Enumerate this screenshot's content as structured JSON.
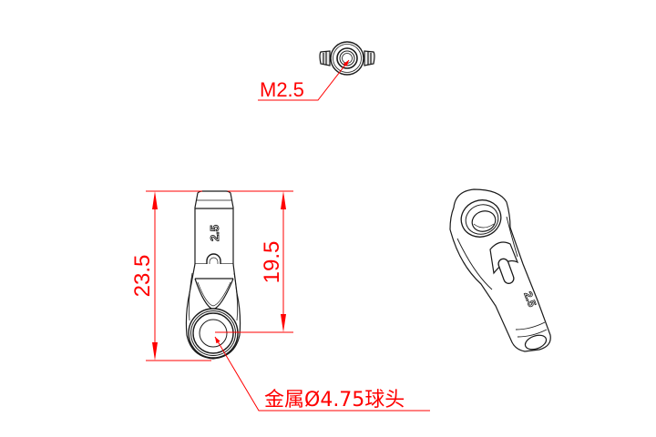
{
  "drawing": {
    "type": "technical-drawing",
    "subject": "ball link end / rod end",
    "colors": {
      "dimension": "#ff0000",
      "outline": "#1a1a1a",
      "background": "#ffffff"
    },
    "views": {
      "top": {
        "label": "top-view-hex-end"
      },
      "front": {
        "engraving": "2.5"
      },
      "isometric": {
        "engraving": "2.5"
      }
    },
    "annotations": {
      "thread": "M2.5",
      "ball": "金属Ø4.75球头"
    },
    "dimensions": {
      "overall_length": "23.5",
      "center_length": "19.5"
    }
  }
}
